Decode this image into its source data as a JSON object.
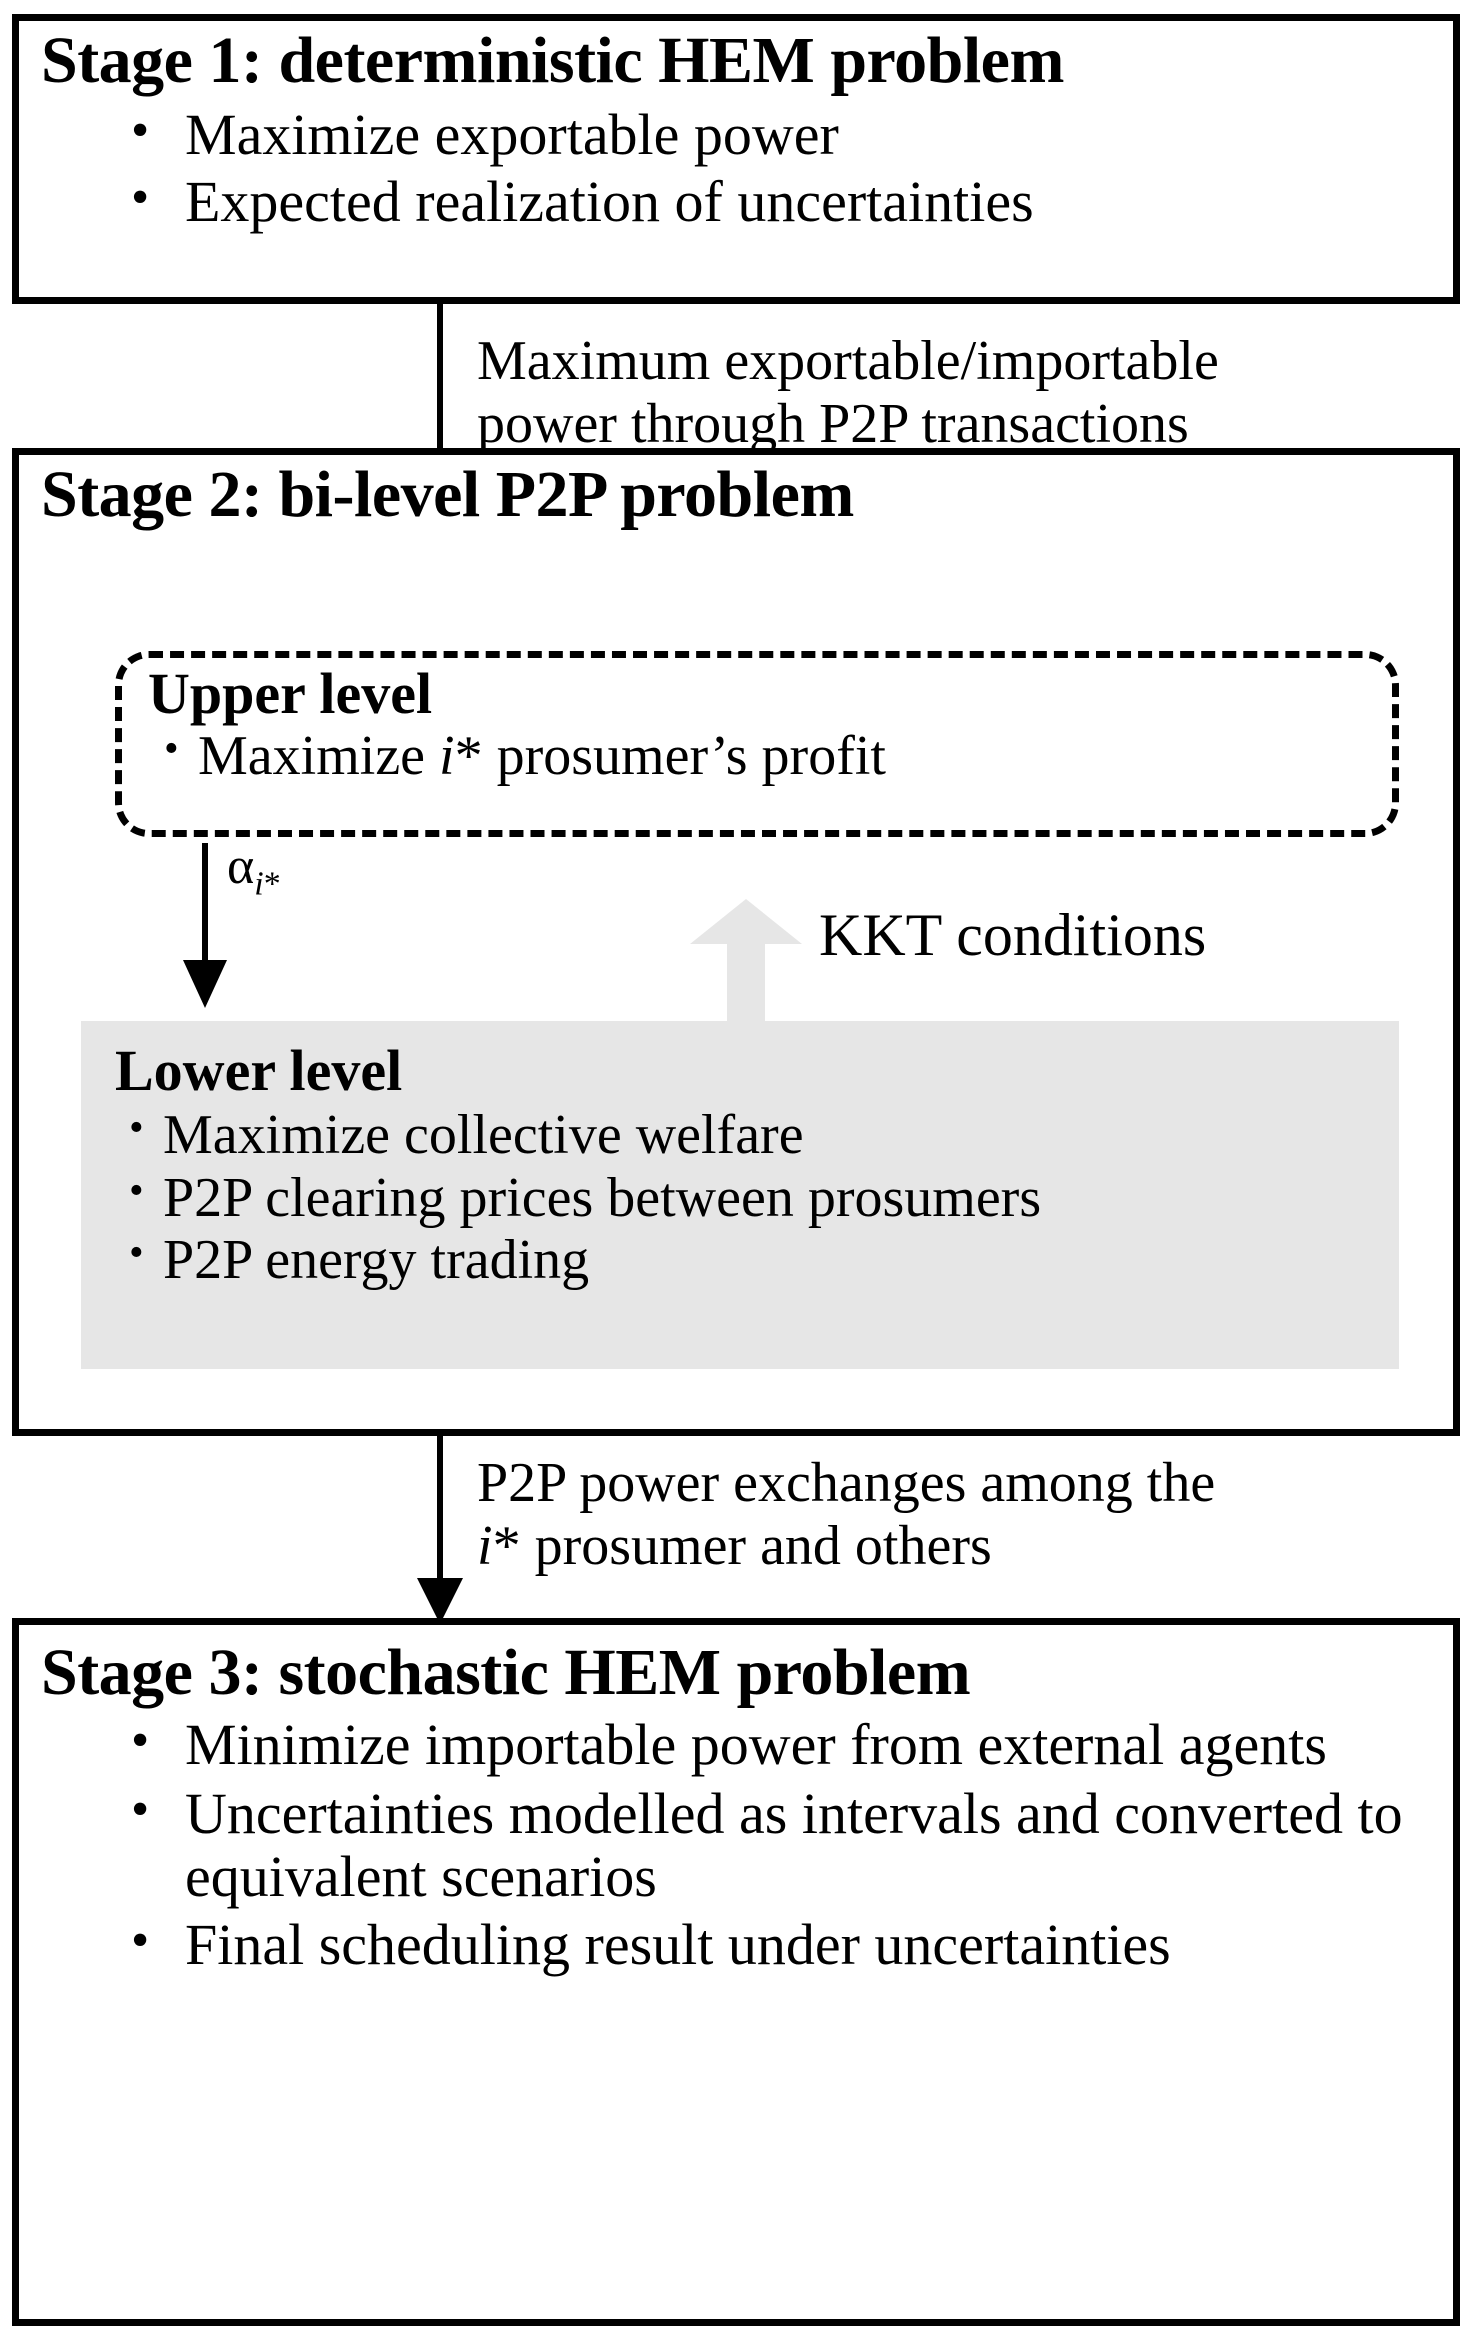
{
  "stage1": {
    "title": "Stage 1: deterministic HEM problem",
    "bullets": [
      "Maximize exportable power",
      "Expected realization of uncertainties"
    ]
  },
  "connector1": {
    "label_line1": "Maximum exportable/importable",
    "label_line2": "power through P2P transactions",
    "arrow": "down-arrow-icon"
  },
  "stage2": {
    "title": "Stage 2: bi-level P2P problem",
    "upper_level": {
      "title": "Upper level",
      "bullets": [
        "Maximize i* prosumer’s profit"
      ]
    },
    "alpha_arrow": {
      "symbol": "α",
      "subscript": "i",
      "subscript_star": "*",
      "arrow": "down-arrow-icon"
    },
    "kkt": {
      "label": "KKT conditions",
      "arrow": "up-arrow-icon",
      "arrow_color": "#e6e6e6"
    },
    "lower_level": {
      "title": "Lower level",
      "background_color": "#e6e6e6",
      "bullets": [
        "Maximize collective welfare",
        "P2P clearing prices between prosumers",
        "P2P energy trading"
      ]
    }
  },
  "connector2": {
    "label_line1": "P2P power exchanges among the",
    "label_line2_italic": "i",
    "label_line2_star": "*",
    "label_line2_rest": " prosumer and others",
    "arrow": "down-arrow-icon"
  },
  "stage3": {
    "title": "Stage 3: stochastic HEM problem",
    "bullets": [
      "Minimize importable power from external agents",
      "Uncertainties modelled as intervals and converted to equivalent scenarios",
      "Final scheduling result under uncertainties"
    ]
  },
  "colors": {
    "border": "#000000",
    "background": "#ffffff",
    "panel_gray": "#e6e6e6"
  }
}
